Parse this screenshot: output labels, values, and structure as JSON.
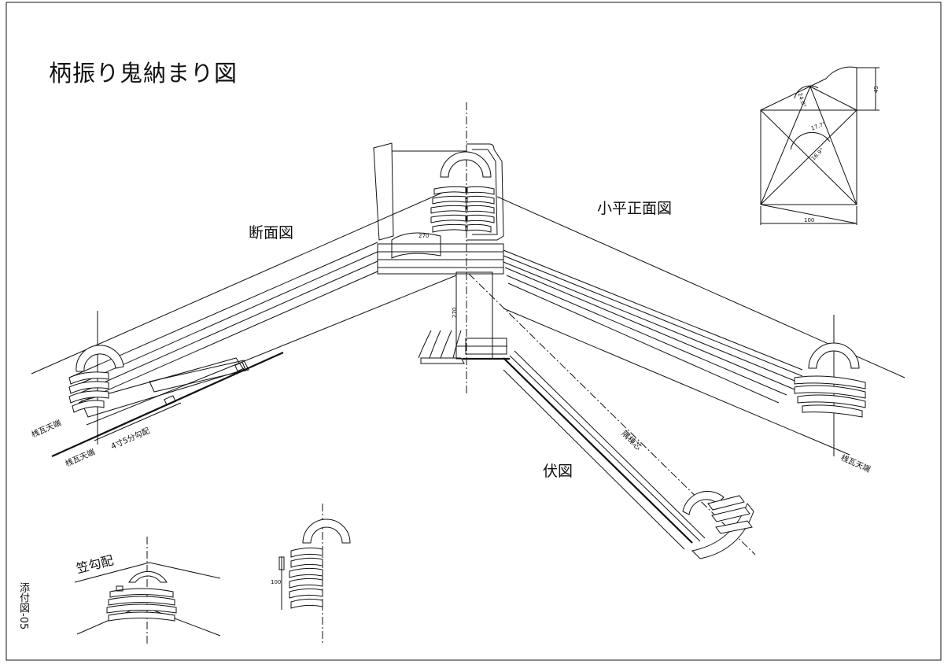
{
  "title": "柄振り鬼納まり図",
  "labels": {
    "section": "断面図",
    "front": "小平正面図",
    "plan": "伏図",
    "kasa": "笠勾配",
    "eave_left_upper": "桟瓦天端",
    "eave_left_lower": "桟瓦天端",
    "pitch": "4寸5分勾配",
    "eave_right": "桟瓦天端",
    "hip": "隅棟芯",
    "sheet_no": "添付図-05"
  },
  "dims": {
    "d_270_a": "270",
    "d_270_b": "270",
    "d_100_box": "100",
    "d_45": "45",
    "d_100_small": "100",
    "ang_24": "24.0°",
    "ang_17": "17.7°",
    "ang_16": "16.9°"
  }
}
